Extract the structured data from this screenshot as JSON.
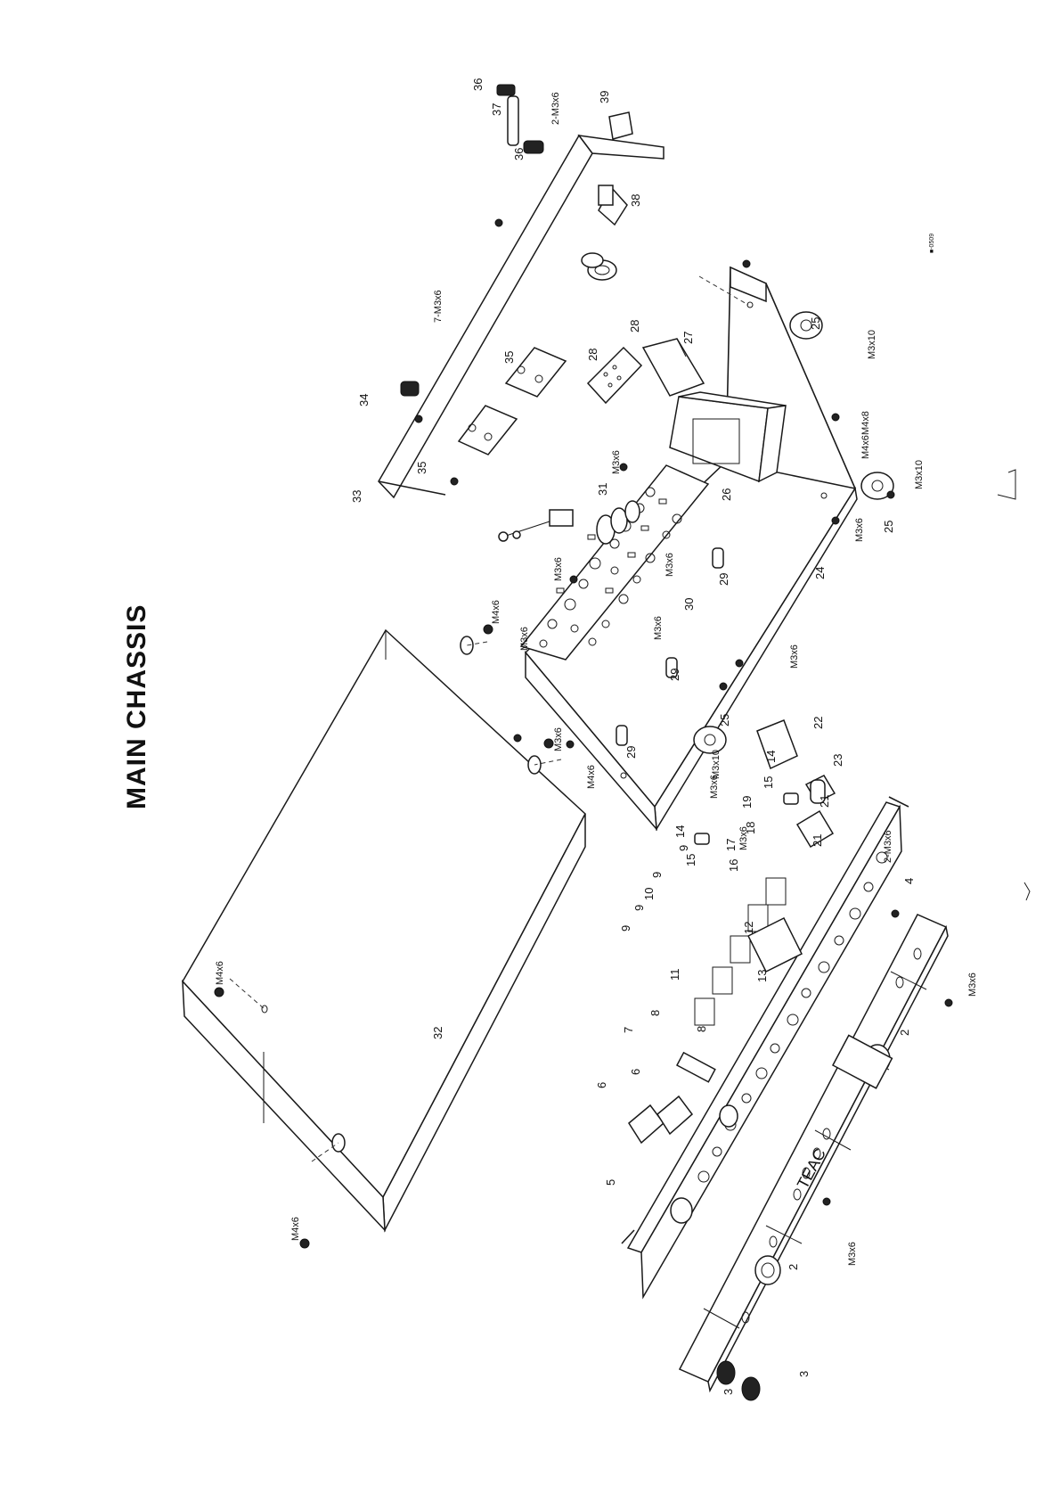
{
  "title": "MAIN CHASSIS",
  "brand": "TEAC",
  "drawing_code": "■-0509",
  "part_numbers": [
    "2",
    "2",
    "3",
    "3",
    "4",
    "5",
    "6",
    "6",
    "7",
    "8",
    "8",
    "9",
    "9",
    "9",
    "9",
    "10",
    "11",
    "12",
    "13",
    "14",
    "14",
    "15",
    "15",
    "16",
    "17",
    "18",
    "19",
    "21",
    "21",
    "22",
    "23",
    "24",
    "25",
    "25",
    "25",
    "26",
    "27",
    "28",
    "28",
    "29",
    "29",
    "29",
    "30",
    "31",
    "32",
    "33",
    "34",
    "35",
    "35",
    "36",
    "36",
    "37",
    "38",
    "39"
  ],
  "screws": [
    "M4x6",
    "M4x6",
    "M4x6",
    "M4x6",
    "M4x6",
    "M3x6",
    "M3x6",
    "M3x6",
    "M3x6",
    "M3x6",
    "M3x6",
    "M3x6",
    "M3x6",
    "M3x6",
    "M3x6",
    "M3x6",
    "M3x6",
    "M3x10",
    "M3x10",
    "M3x10",
    "M4x8",
    "7-M3x6",
    "2-M3x6",
    "2-M3x6"
  ]
}
